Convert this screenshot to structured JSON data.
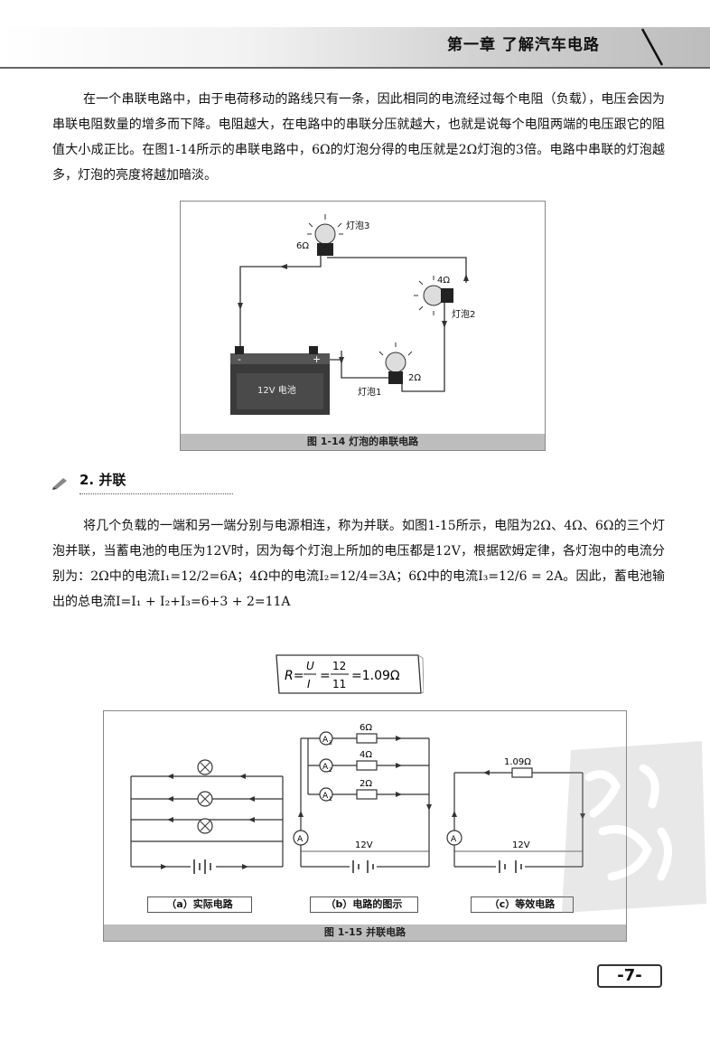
{
  "header": {
    "chapter_title": "第一章 了解汽车电路"
  },
  "paragraph1": "在一个串联电路中，由于电荷移动的路线只有一条，因此相同的电流经过每个电阻（负载），电压会因为串联电阻数量的增多而下降。电阻越大，在电路中的串联分压就越大，也就是说每个电阻两端的电压跟它的阻值大小成正比。在图1-14所示的串联电路中，6Ω的灯泡分得的电压就是2Ω灯泡的3倍。电路中串联的灯泡越多，灯泡的亮度将越加暗淡。",
  "figure1": {
    "caption": "图 1-14 灯泡的串联电路",
    "battery_label": "12V 电池",
    "battery_neg": "-",
    "battery_pos": "+",
    "bulb3_name": "灯泡3",
    "bulb3_value": "6Ω",
    "bulb2_name": "灯泡2",
    "bulb2_value": "4Ω",
    "bulb1_name": "灯泡1",
    "bulb1_value": "2Ω"
  },
  "section": {
    "title": "2. 并联"
  },
  "paragraph2": "将几个负载的一端和另一端分别与电源相连，称为并联。如图1-15所示，电阻为2Ω、4Ω、6Ω的三个灯泡并联，当蓄电池的电压为12V时，因为每个灯泡上所加的电压都是12V，根据欧姆定律，各灯泡中的电流分别为：2Ω中的电流I₁=12/2=6A；4Ω中的电流I₂=12/4=3A；6Ω中的电流I₃=12/6 = 2A。因此，蓄电池输出的总电流I=I₁ + I₂+I₃=6+3 + 2=11A",
  "formula": {
    "lhs": "R=",
    "frac1_num": "U",
    "frac1_den": "I",
    "eq": "=",
    "frac2_num": "12",
    "frac2_den": "11",
    "result": "=1.09Ω"
  },
  "figure2": {
    "caption": "图 1-15 并联电路",
    "label_a": "（a）实际电路",
    "label_b": "（b）电路的图示",
    "label_c": "（c）等效电路",
    "b_r1": "6Ω",
    "b_r2": "4Ω",
    "b_r3": "2Ω",
    "b_a3": "A",
    "b_a2": "A",
    "b_a1": "A",
    "b_a_sub3": "3",
    "b_a_sub2": "2",
    "b_a_sub1": "1",
    "b_amm": "A",
    "b_voltage": "12V",
    "c_r": "1.09Ω",
    "c_amm": "A",
    "c_voltage": "12V"
  },
  "page_number": "-7-"
}
